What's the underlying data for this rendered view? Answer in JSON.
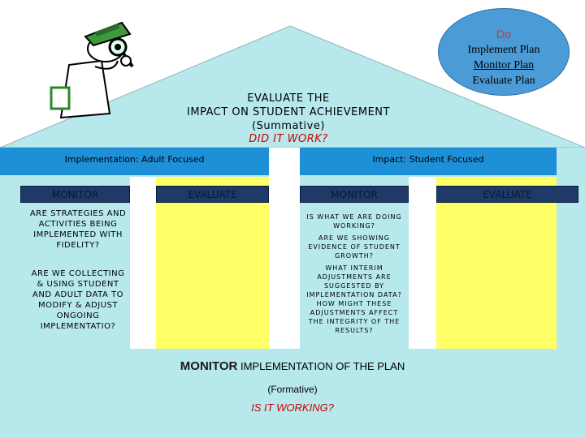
{
  "do_bubble": {
    "title": "Do",
    "items": [
      "Implement Plan",
      "Monitor Plan",
      "Evaluate Plan"
    ]
  },
  "roof": {
    "line1": "EVALUATE THE",
    "line2": "IMPACT ON STUDENT ACHIEVEMENT",
    "line3": "(Summative)",
    "question": "DID IT WORK?"
  },
  "headers": {
    "left": "Implementation: Adult Focused",
    "right": "Impact: Student Focused"
  },
  "columns": {
    "monitor1": "MONITOR",
    "evaluate1": "EVALUATE",
    "monitor2": "MONITOR",
    "evaluate2": "EVALUATE"
  },
  "left_questions": {
    "q1": "ARE STRATEGIES AND ACTIVITIES BEING IMPLEMENTED WITH FIDELITY?",
    "q2": "ARE WE COLLECTING & USING STUDENT AND ADULT DATA TO MODIFY & ADJUST ONGOING IMPLEMENTATIO?"
  },
  "right_questions": {
    "q1": "IS WHAT WE ARE DOING WORKING?",
    "q2": "ARE WE SHOWING EVIDENCE OF STUDENT GROWTH?",
    "q3": "WHAT INTERIM ADJUSTMENTS ARE SUGGESTED BY IMPLEMENTATION DATA? HOW MIGHT THESE ADJUSTMENTS AFFECT THE INTEGRITY OF THE RESULTS?"
  },
  "base": {
    "monitor_word": "MONITOR",
    "rest": " IMPLEMENTATION OF THE PLAN",
    "formative": "(Formative)",
    "question": "IS IT WORKING?"
  },
  "colors": {
    "sky": "#b7e8ec",
    "header": "#1e90d8",
    "yellow": "#ffff66",
    "navy": "#1f3a66",
    "red": "#cc0000",
    "bubble": "#4a9bd6"
  }
}
